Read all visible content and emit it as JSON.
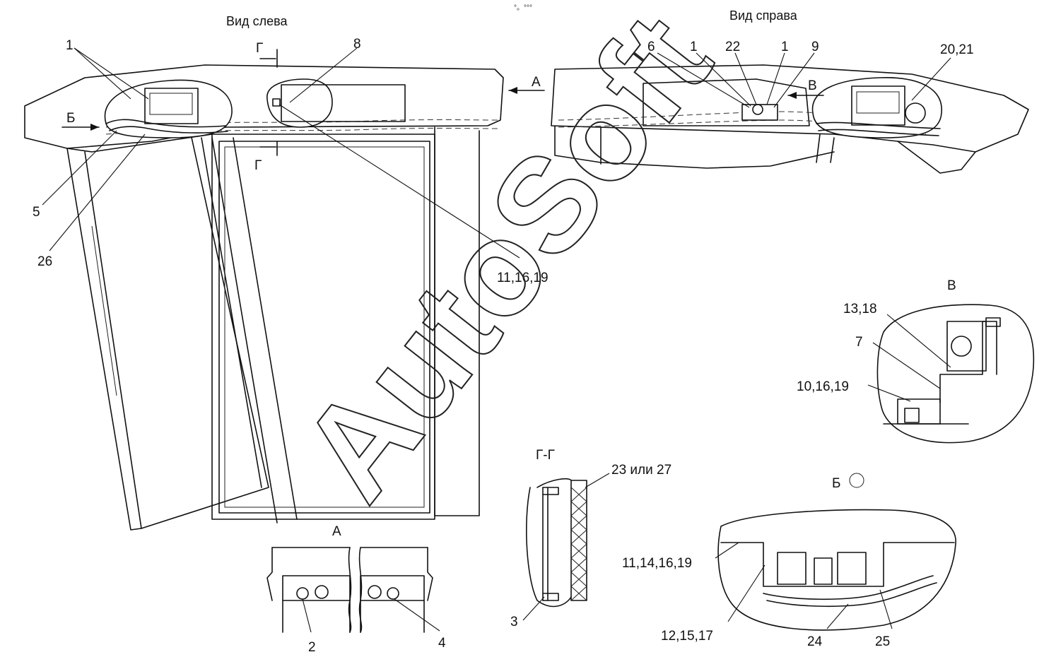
{
  "views": {
    "left_view_title": "Вид слева",
    "right_view_title": "Вид справа",
    "view_a": "А",
    "view_b": "Б",
    "view_v": "В",
    "section_gg": "Г-Г",
    "arrow_a": "А",
    "arrow_b": "Б",
    "arrow_v": "В",
    "cut_g_top": "Г",
    "cut_g_bottom": "Г",
    "top_mark": "°。°°°"
  },
  "callouts": {
    "left": {
      "c1": "1",
      "c5": "5",
      "c26": "26",
      "c8": "8",
      "c11_16_19": "11,16,19"
    },
    "right": {
      "c6": "6",
      "c1a": "1",
      "c22": "22",
      "c1b": "1",
      "c9": "9",
      "c20_21": "20,21"
    },
    "detail_v": {
      "c13_18": "13,18",
      "c7": "7",
      "c10_16_19": "10,16,19"
    },
    "section": {
      "c23_27": "23 или 27",
      "c3": "3"
    },
    "detail_a": {
      "c2": "2",
      "c4": "4"
    },
    "detail_b": {
      "c11_14_16_19": "11,14,16,19",
      "c12_15_17": "12,15,17",
      "c24": "24",
      "c25": "25"
    }
  },
  "watermark": "AutoSoft"
}
